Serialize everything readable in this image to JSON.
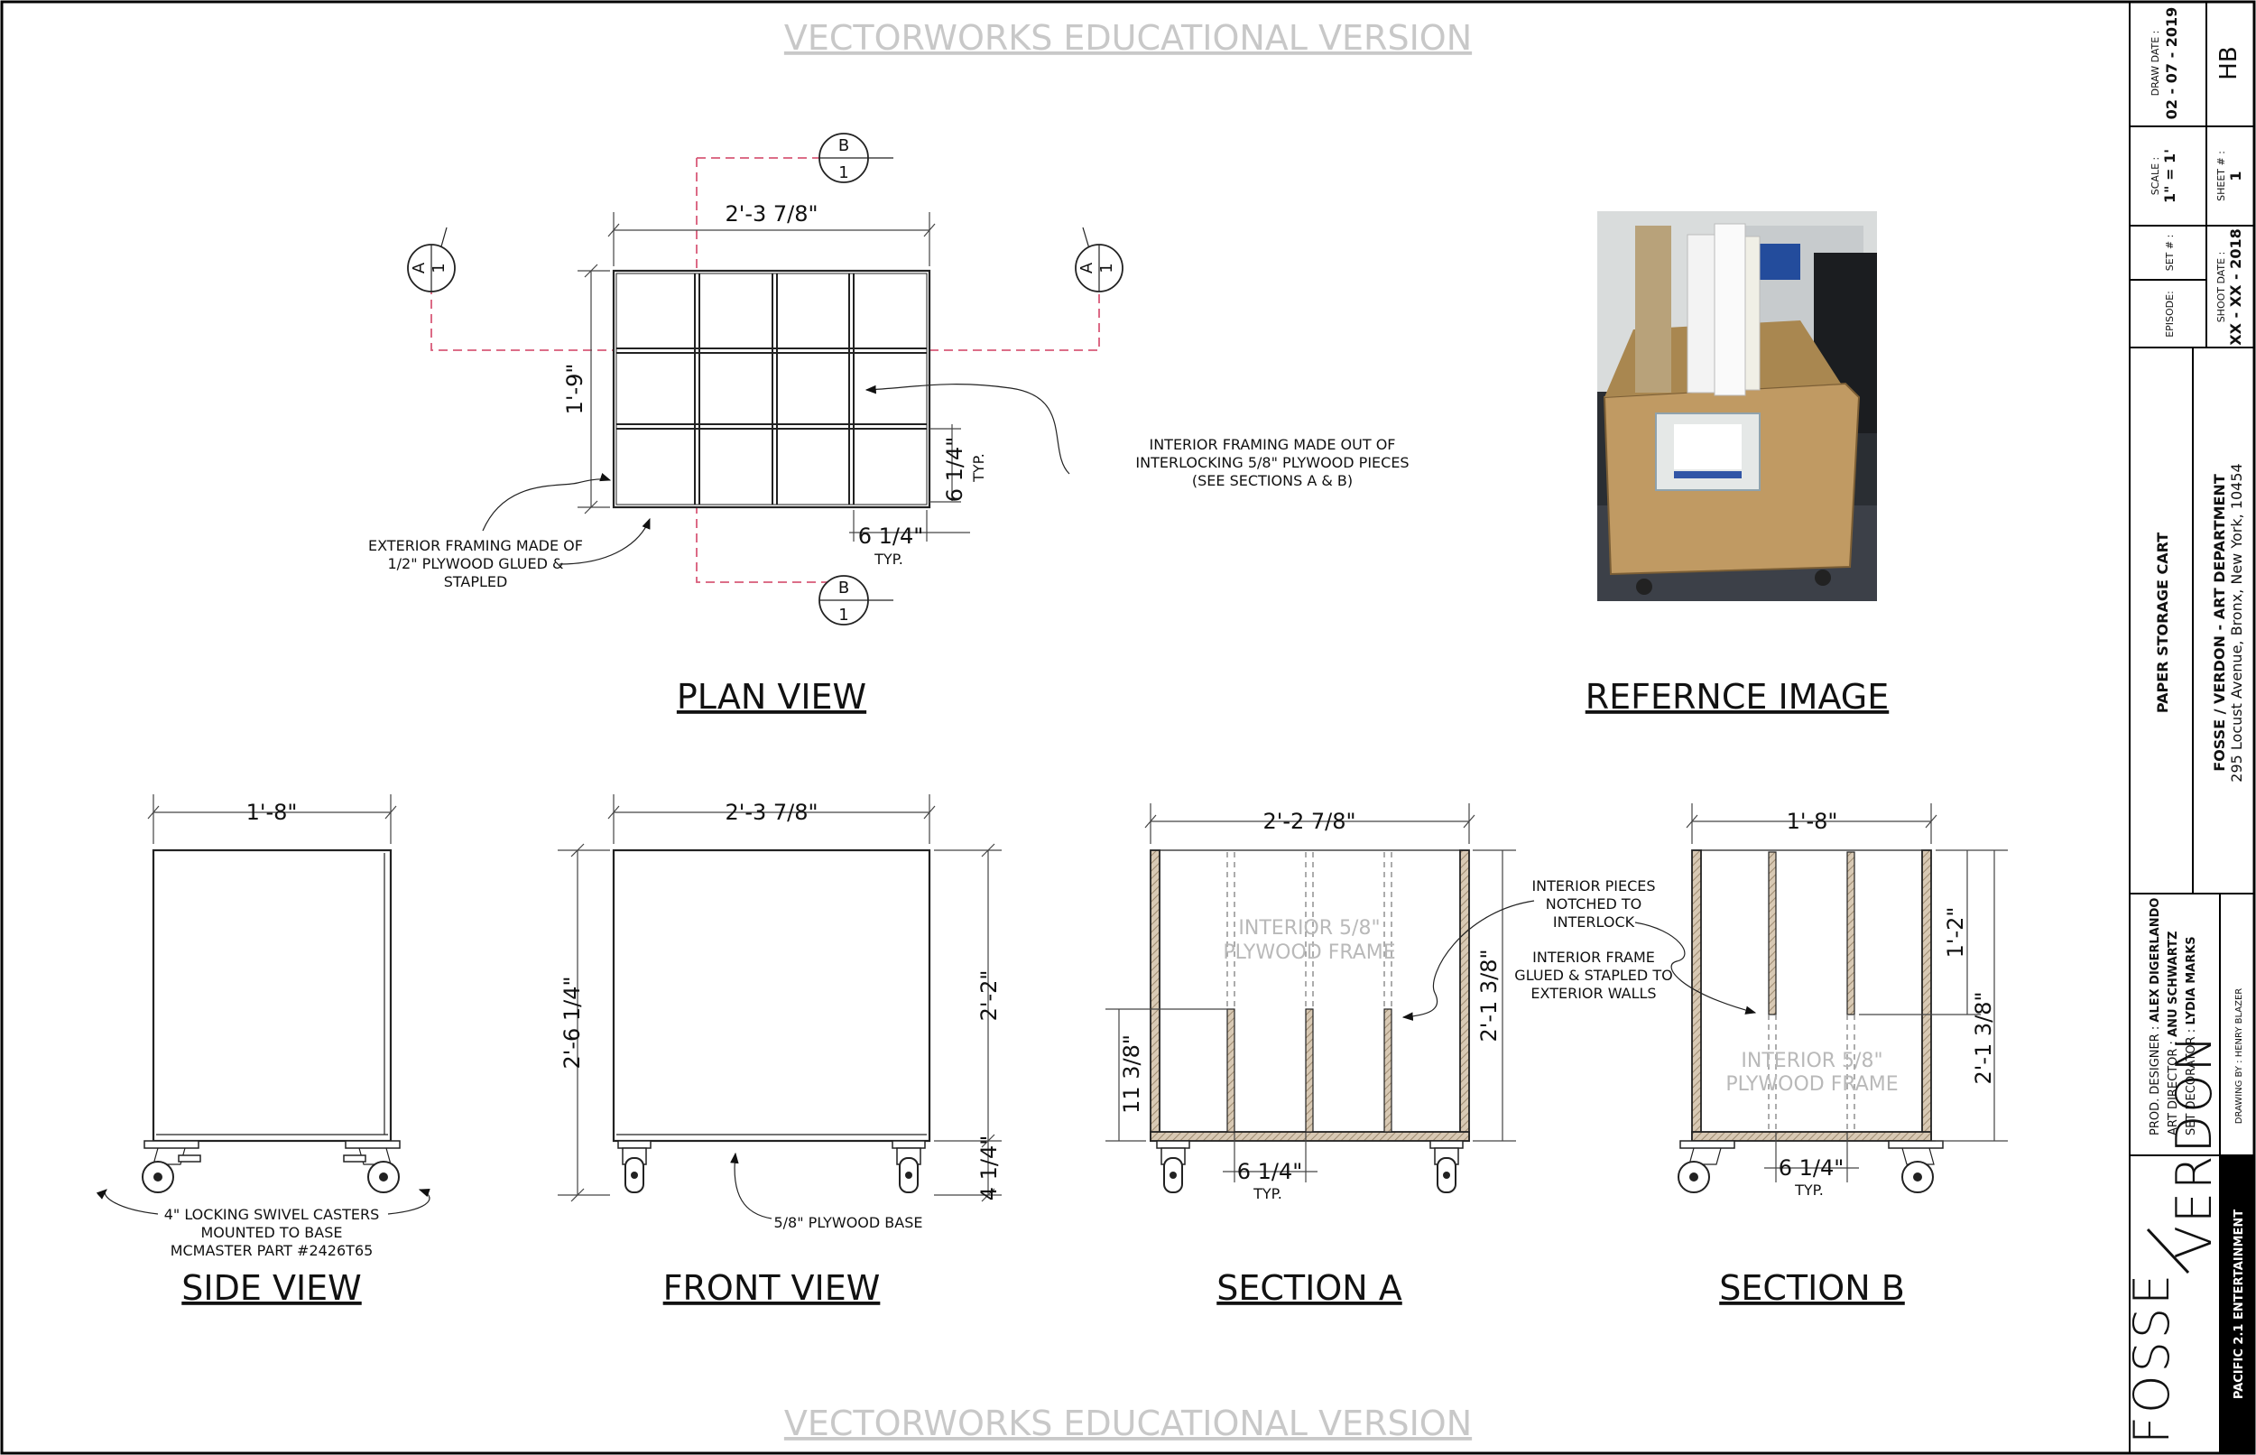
{
  "watermark": "VECTORWORKS EDUCATIONAL VERSION",
  "views": {
    "plan": {
      "title": "PLAN VIEW",
      "dim_width": "2'-3 7/8\"",
      "dim_depth": "1'-9\"",
      "dim_cell_h": "6 1/4\"",
      "dim_cell_h_typ": "TYP.",
      "dim_cell_w": "6 1/4\"",
      "dim_cell_w_typ": "TYP.",
      "note_interior": [
        "INTERIOR FRAMING MADE OUT OF",
        "INTERLOCKING 5/8\" PLYWOOD PIECES",
        "(SEE SECTIONS A & B)"
      ],
      "note_exterior": [
        "EXTERIOR FRAMING MADE OF",
        "1/2\" PLYWOOD GLUED &",
        "STAPLED"
      ],
      "marker_a_letter": "A",
      "marker_a_num": "1",
      "marker_b_letter": "B",
      "marker_b_num": "1"
    },
    "reference": {
      "title": "REFERNCE IMAGE"
    },
    "side": {
      "title": "SIDE VIEW",
      "dim_width": "1'-8\"",
      "note_casters": [
        "4\" LOCKING SWIVEL CASTERS",
        "MOUNTED TO BASE",
        "MCMASTER PART #2426T65"
      ]
    },
    "front": {
      "title": "FRONT VIEW",
      "dim_width": "2'-3 7/8\"",
      "dim_height": "2'-6 1/4\"",
      "dim_box": "2'-2\"",
      "dim_caster": "4 1/4\"",
      "note_base": "5/8\" PLYWOOD BASE"
    },
    "section_a": {
      "title": "SECTION A",
      "dim_width": "2'-2 7/8\"",
      "dim_height": "2'-1 3/8\"",
      "dim_notch": "11 3/8\"",
      "dim_cell": "6 1/4\"",
      "dim_cell_typ": "TYP.",
      "ghost_label": [
        "INTERIOR 5/8\"",
        "PLYWOOD FRAME"
      ],
      "note_notched": [
        "INTERIOR PIECES",
        "NOTCHED TO",
        "INTERLOCK"
      ],
      "note_glued": [
        "INTERIOR FRAME",
        "GLUED & STAPLED TO",
        "EXTERIOR WALLS"
      ]
    },
    "section_b": {
      "title": "SECTION B",
      "dim_width": "1'-8\"",
      "dim_upper": "1'-2\"",
      "dim_height": "2'-1 3/8\"",
      "dim_cell": "6 1/4\"",
      "dim_cell_typ": "TYP.",
      "ghost_label": [
        "INTERIOR 5/8\"",
        "PLYWOOD FRAME"
      ]
    }
  },
  "title_block": {
    "draw_date_label": "DRAW DATE :",
    "draw_date": "02 - 07 - 2019",
    "initials": "HB",
    "scale_label": "SCALE :",
    "scale": "1\" = 1'",
    "sheet_label": "SHEET # :",
    "sheet": "1",
    "episode_label": "EPISODE:",
    "set_label": "SET # :",
    "shoot_date_label": "SHOOT DATE :",
    "shoot_date": "XX - XX - 2018",
    "project": "PAPER STORAGE CART",
    "company": "FOSSE / VERDON  - ART DEPARTMENT",
    "address": "295 Locust Avenue, Bronx, New York, 10454",
    "prod_designer_label": "PROD. DESIGNER :",
    "prod_designer": "ALEX DIGERLANDO",
    "art_director_label": "ART DIRECTOR :",
    "art_director": "ANU SCHWARTZ",
    "set_decorator_label": "SET DECORATOR :",
    "set_decorator": "LYDIA MARKS",
    "drawing_by": "DRAWING BY : HENRY BLAZER",
    "logo_fosse": "FOSSE",
    "logo_verdon": "VERDON",
    "studio": "PACIFIC 2.1 ENTERTAINMENT"
  }
}
